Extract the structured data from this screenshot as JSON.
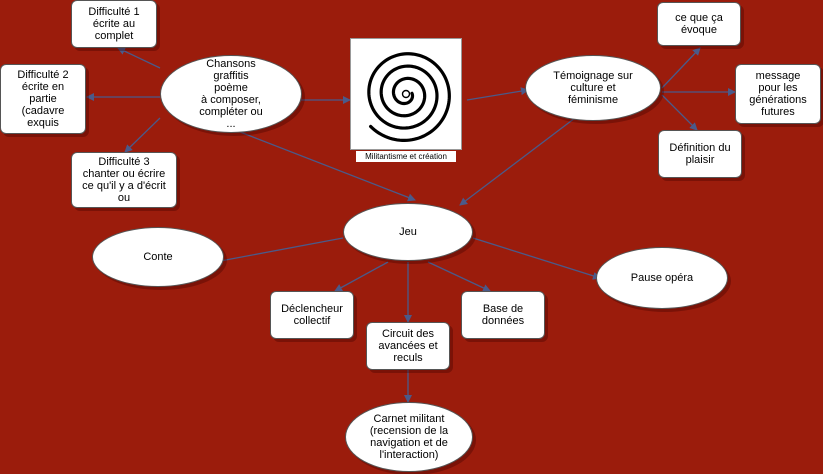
{
  "colors": {
    "background": "#9b1c0c",
    "node": "#ffffff",
    "edge": "#4a5a8a"
  },
  "image": {
    "caption": "Militantisme et création",
    "icon": "spiral-icon"
  },
  "nodes": {
    "chansons": "Chansons\ngraffitis\npoème\nà composer,\ncompléter ou\n...",
    "difficulte1": "Difficulté 1\nécrite au\ncomplet",
    "difficulte2": "Difficulté 2\nécrite en\npartie\n(cadavre\nexquis",
    "difficulte3": "Difficulté 3\nchanter ou écrire\nce qu'il y a d'écrit\nou",
    "temoignage": "Témoignage sur\nculture et\nféminisme",
    "evoque": "ce que ça\névoque",
    "message": "message\npour les\ngénérations\nfutures",
    "definition": "Définition du\nplaisir",
    "jeu": "Jeu",
    "conte": "Conte",
    "pause": "Pause opéra",
    "declencheur": "Déclencheur\ncollectif",
    "circuit": "Circuit des\navancées et\nreculs",
    "base": "Base de\ndonnées",
    "carnet": "Carnet militant\n(recension de la\nnavigation et de\nl'interaction)"
  }
}
